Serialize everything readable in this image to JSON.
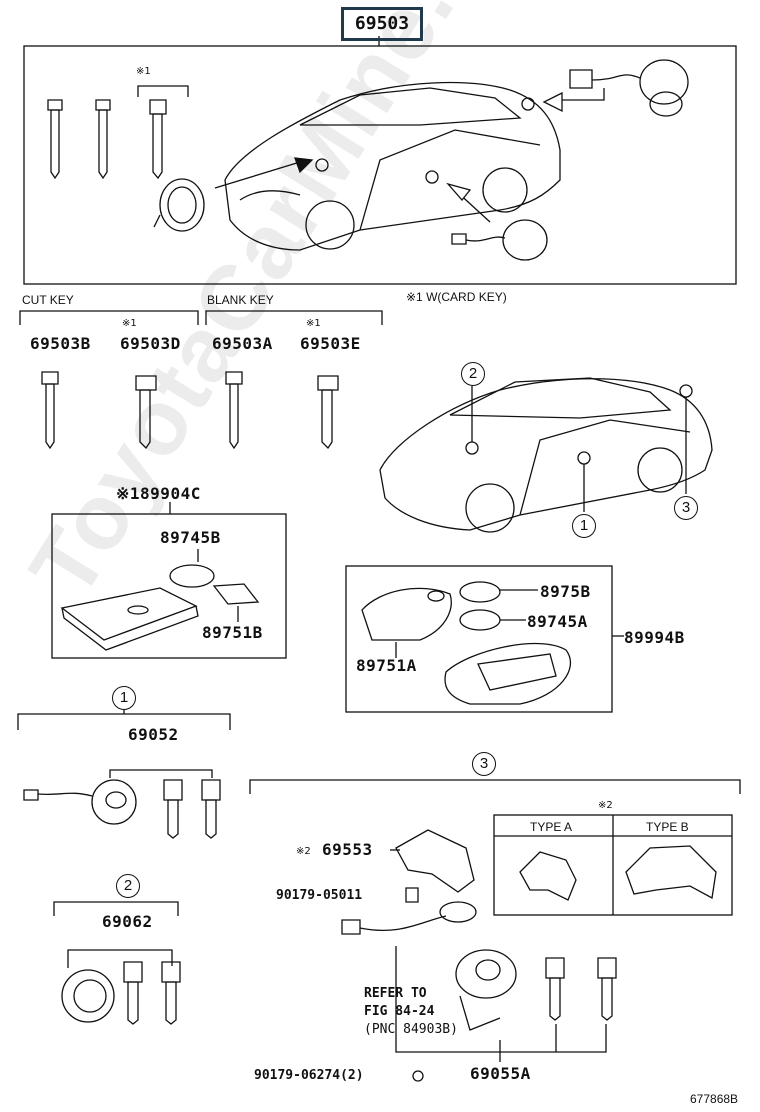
{
  "watermark": "ToyotaCarMine.ru",
  "main_part": "69503",
  "note_card_key": "※1 W(CARD KEY)",
  "mark1": "※1",
  "mark2": "※2",
  "groups": {
    "cut_key": "CUT KEY",
    "blank_key": "BLANK KEY"
  },
  "parts": {
    "p69503B": "69503B",
    "p69503D": "69503D",
    "p69503A": "69503A",
    "p69503E": "69503E",
    "p89904C": "※189904C",
    "p89745B": "89745B",
    "p89751B": "89751B",
    "p8975B": "8975B",
    "p89745A": "89745A",
    "p89994B": "89994B",
    "p89751A": "89751A",
    "p69052": "69052",
    "p69062": "69062",
    "p69553": "69553",
    "p90179_05011": "90179-05011",
    "p90179_06274": "90179-06274(2)",
    "p69055A": "69055A"
  },
  "circles": {
    "c1": "1",
    "c2": "2",
    "c3": "3"
  },
  "types": {
    "a": "TYPE A",
    "b": "TYPE B"
  },
  "refer": {
    "line1": "REFER TO",
    "line2": "FIG 84-24",
    "line3": "(PNC 84903B)"
  },
  "figure_id": "677868B"
}
